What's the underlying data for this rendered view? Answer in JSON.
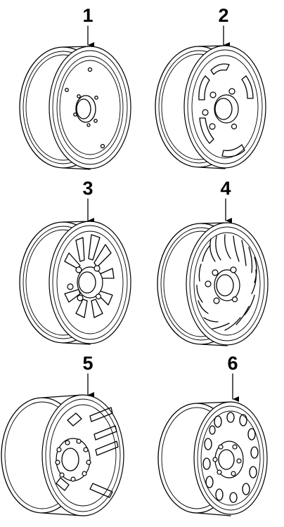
{
  "callouts": [
    {
      "number": "1",
      "wheel_style": "plain steel wheel"
    },
    {
      "number": "2",
      "wheel_style": "slotted steel wheel"
    },
    {
      "number": "3",
      "wheel_style": "spoked alloy wheel"
    },
    {
      "number": "4",
      "wheel_style": "turbine alloy wheel"
    },
    {
      "number": "5",
      "wheel_style": "slotted aluminum wheel"
    },
    {
      "number": "6",
      "wheel_style": "hole-pattern aluminum wheel"
    }
  ],
  "colors": {
    "line": "#000000",
    "background": "#ffffff"
  }
}
